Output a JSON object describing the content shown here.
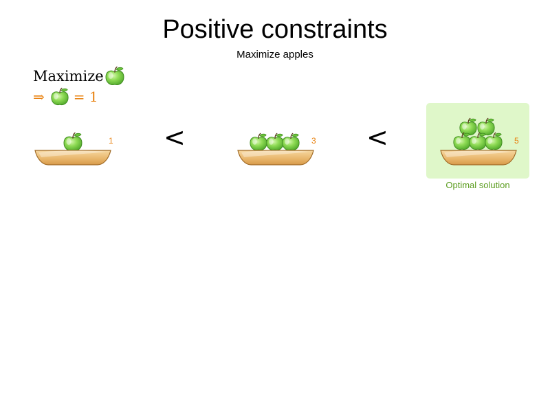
{
  "title": "Positive constraints",
  "subtitle": "Maximize apples",
  "rule": {
    "line1_text": "Maximize",
    "line1_icon": "apple-icon",
    "line2_arrow": "⇒",
    "line2_icon": "apple-icon",
    "line2_eq": "= 1"
  },
  "scenarios": [
    {
      "apple_count": 1,
      "count_label": "1"
    },
    {
      "apple_count": 3,
      "count_label": "3"
    },
    {
      "apple_count": 5,
      "count_label": "5",
      "optimal": true
    }
  ],
  "comparators": [
    "<",
    "<"
  ],
  "optimal_label": "Optimal solution",
  "colors": {
    "accent_orange": "#e8800d",
    "optimal_bg": "#dff7c9",
    "optimal_text": "#5a9c1e",
    "apple_green": "#7fd34a",
    "bowl": "#e8b56a"
  }
}
